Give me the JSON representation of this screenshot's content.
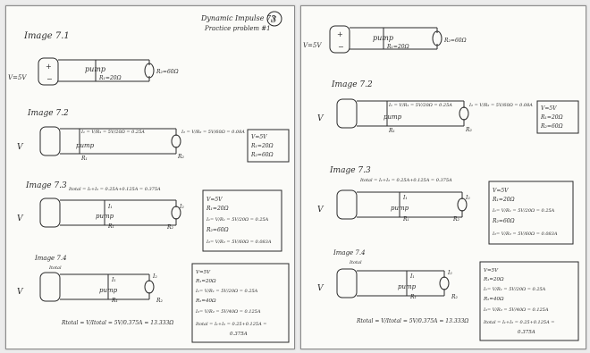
{
  "page1": {
    "header_title": "Dynamic Impulse 73",
    "header_subtitle": "Practice problem #1",
    "page_number": "3"
  },
  "labels": {
    "img71": "Image 7.1",
    "img72": "Image 7.2",
    "img73": "Image 7.3",
    "img74": "Image 7.4",
    "pump": "pump",
    "v": "V",
    "vsource": "V=5V",
    "r1": "R₁=20Ω",
    "r2": "R₂=60Ω",
    "r1_short": "R₁",
    "r2_short": "R₂",
    "i1": "I₁",
    "i2": "I₂",
    "itotal": "Itotal"
  },
  "eq": {
    "i1": "I₁ = V/R₁ = 5V/20Ω = 0.25A",
    "i2": "I₂ = V/R₂ = 5V/60Ω = 0.08A",
    "itotal": "Itotal = I₁+I₂ = 0.25A+0.125A = 0.375A",
    "rtotal": "Rtotal = V/Itotal = 5V/0.375A = 13.333Ω",
    "box72": [
      "V=5V",
      "R₁=20Ω",
      "R₂=60Ω"
    ],
    "box73": [
      "V=5V",
      "R₁=20Ω",
      "I₁= V/R₁ = 5V/20Ω = 0.25A",
      "R₂=60Ω",
      "I₂= V/R₂ = 5V/60Ω = 0.083A"
    ],
    "box74": [
      "V=5V",
      "R₁=20Ω",
      "I₁= V/R₁ = 5V/20Ω = 0.25A",
      "R₂=40Ω",
      "I₂= V/R₂ = 5V/40Ω = 0.125A",
      "Itotal = I₁+I₂ = 0.25+0.125A =",
      "0.375A"
    ]
  }
}
